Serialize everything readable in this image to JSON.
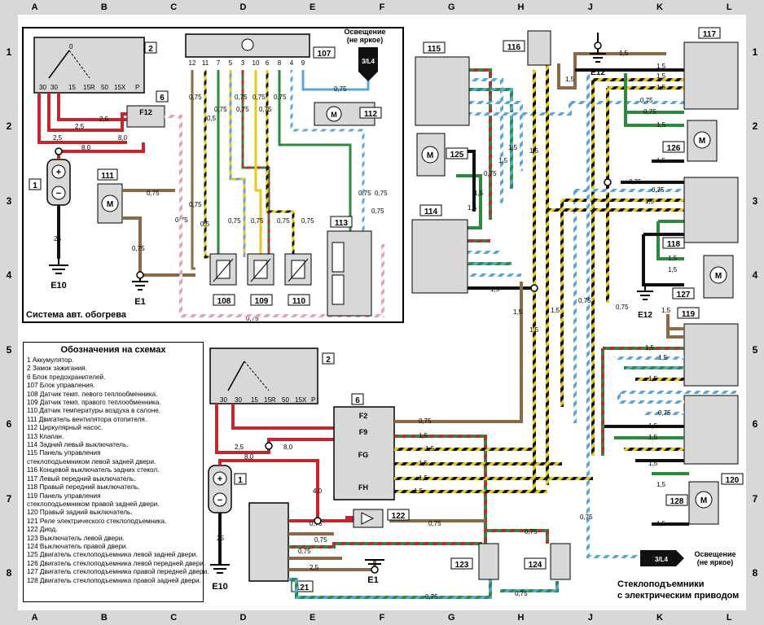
{
  "grid": {
    "columns": [
      "A",
      "B",
      "C",
      "D",
      "E",
      "F",
      "G",
      "H",
      "J",
      "K",
      "L"
    ],
    "rows": [
      "1",
      "2",
      "3",
      "4",
      "5",
      "6",
      "7",
      "8"
    ]
  },
  "titles": {
    "heater": "Система авт. обогрева",
    "windows_line1": "Стеклоподъемники",
    "windows_line2": "с электрическим приводом"
  },
  "lighting": {
    "top_line1": "Освещение",
    "top_line2": "(не яркое)",
    "top_ref": "3/L4",
    "bottom_line1": "Освещение",
    "bottom_line2": "(не яркое)",
    "bottom_ref": "3/L4"
  },
  "components": {
    "c1": "1",
    "c2": "2",
    "c6": "6",
    "c107": "107",
    "c108": "108",
    "c109": "109",
    "c110": "110",
    "c111": "111",
    "c112": "112",
    "c113": "113",
    "c114": "114",
    "c115": "115",
    "c116": "116",
    "c117": "117",
    "c118": "118",
    "c119": "119",
    "c120": "120",
    "c121": "121",
    "c122": "122",
    "c123": "123",
    "c124": "124",
    "c125": "125",
    "c126": "126",
    "c127": "127",
    "c128": "128",
    "e1": "E1",
    "e10": "E10",
    "e12": "E12",
    "f12": "F12",
    "f2": "F2",
    "f9": "F9",
    "fg": "FG",
    "fh": "FH"
  },
  "ignition_terminals": [
    "30",
    "30",
    "15",
    "15R",
    "50",
    "15X",
    "P"
  ],
  "ecu_pins": [
    "12",
    "11",
    "7",
    "5",
    "3",
    "10",
    "6",
    "8",
    "4",
    "9"
  ],
  "wire_labels": {
    "w2_5": "2,5",
    "w8_0": "8,0",
    "w25": "25",
    "w0_75": "0,75",
    "w0_5": "0,5",
    "w1_5": "1,5",
    "w4_0": "4,0"
  },
  "legend": {
    "title": "Обозначения на схемах",
    "items": [
      "1 Аккумулятор.",
      "2 Замок зажигания.",
      "6 Блок предохранителей.",
      "107 Блок управления.",
      "108 Датчик темп. левого теплообменника.",
      "109 Датчик темп. правого теплообменника.",
      "110 Датчик температуры воздуха в салоне.",
      "111 Двигатель вентилятора отопителя.",
      "112 Циркулярный насос.",
      "113 Клапан.",
      "114 Задний левый выключатель.",
      "115 Панель управления",
      "стеклоподъемником левой задней двери.",
      "116 Концевой выключатель задних стекол.",
      "117 Левый передний выключатель.",
      "118 Правый передний выключатель.",
      "119 Панель управления",
      "стеклоподъемником правой задней двери.",
      "120 Правый задний выключатель.",
      "121 Реле электрического стеклоподъемника.",
      "122 Диод.",
      "123 Выключатель левой двери.",
      "124 Выключатель правой двери.",
      "125 Двигатель стеклоподъемника левой задней двери.",
      "126 Двигатель стеклоподъемника левой передней двери.",
      "127 Двигатель стеклоподъемника правой передней двери.",
      "128 Двигатель стеклоподъемника правой задней двери."
    ]
  },
  "colors": {
    "red": "#c0282d",
    "brown": "#8b6a45",
    "yellow": "#e8c81e",
    "green": "#2e8b3e",
    "blue": "#5aa6d8",
    "pink": "#e6a0b8",
    "black": "#111111",
    "gray": "#d8d8d8"
  }
}
